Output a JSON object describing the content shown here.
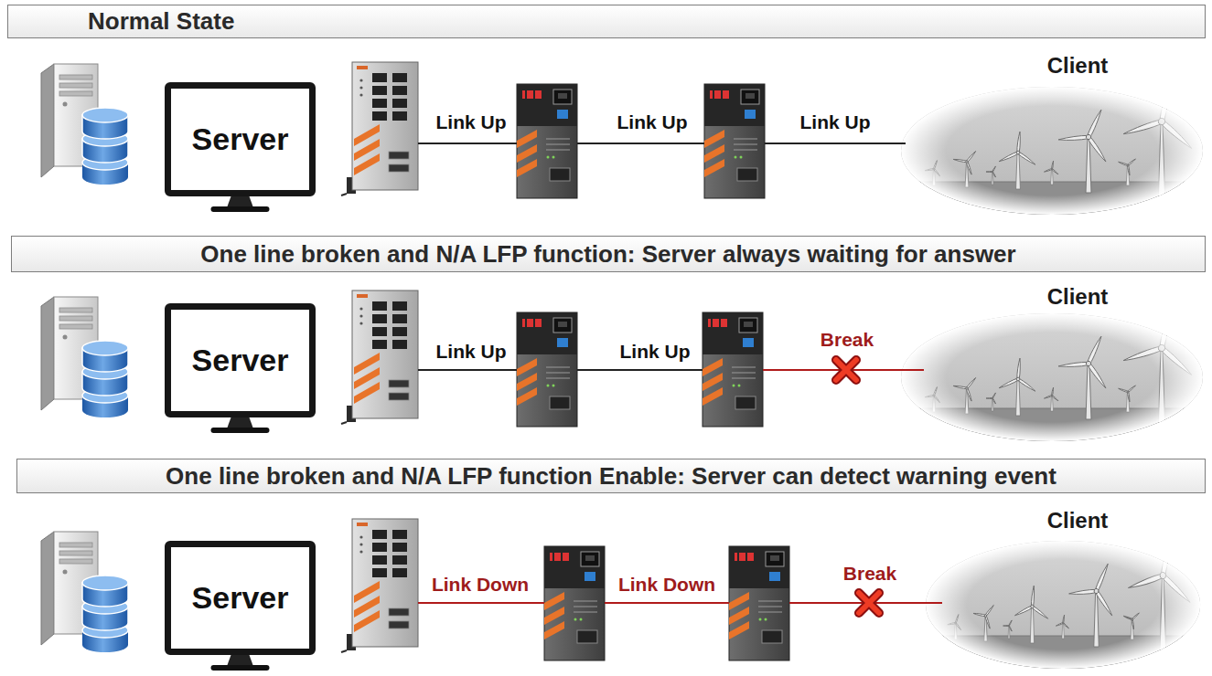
{
  "diagram": {
    "nodes": [
      {
        "text": [
          "Normal State"
        ]
      },
      {
        "text": [
          "Server"
        ]
      },
      {
        "text": [
          "Client"
        ]
      },
      {
        "text": [
          "One line broken and N/A LFP function: Server always waiting for answer"
        ]
      },
      {
        "text": [
          "Server"
        ]
      },
      {
        "text": [
          "Client"
        ]
      },
      {
        "text": [
          "One line broken and N/A LFP function Enable: Server can detect warning event"
        ]
      },
      {
        "text": [
          "Server"
        ]
      },
      {
        "text": [
          "Client"
        ]
      }
    ],
    "labels": [
      "Link Up",
      "Link Up",
      "Link Up",
      "Link Up",
      "Link Up",
      "Break",
      "Link Down",
      "Link Down",
      "Break"
    ]
  }
}
